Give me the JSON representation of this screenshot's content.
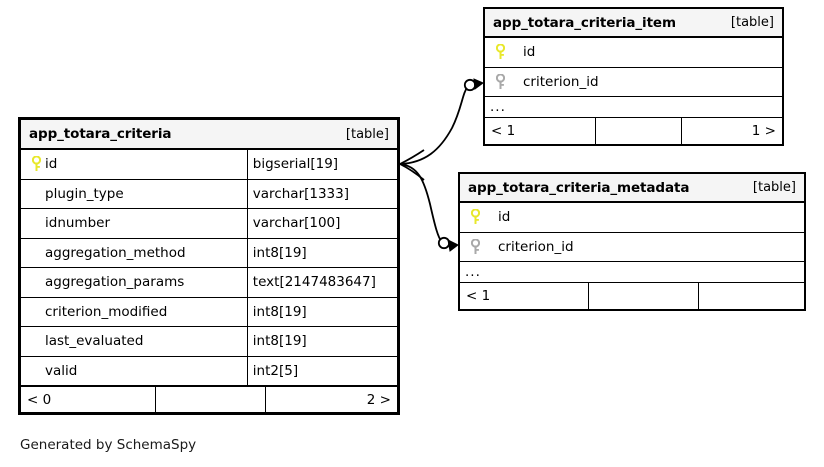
{
  "diagram": {
    "caption": "Generated by SchemaSpy",
    "kind_label": "[table]",
    "ellipsis": "...",
    "key_icon_primary": "key-icon",
    "key_icon_foreign": "key-icon",
    "colors": {
      "primary_key": "#e8e82c",
      "foreign_key": "#a9a9a9",
      "border": "#000000",
      "header_background": "#f5f5f5",
      "page_background": "#ffffff"
    }
  },
  "tables": [
    {
      "id": "app_totara_criteria",
      "name": "app_totara_criteria",
      "kind": "[table]",
      "columns": [
        {
          "name": "id",
          "type": "bigserial[19]",
          "key": "primary"
        },
        {
          "name": "plugin_type",
          "type": "varchar[1333]",
          "key": "none"
        },
        {
          "name": "idnumber",
          "type": "varchar[100]",
          "key": "none"
        },
        {
          "name": "aggregation_method",
          "type": "int8[19]",
          "key": "none"
        },
        {
          "name": "aggregation_params",
          "type": "text[2147483647]",
          "key": "none"
        },
        {
          "name": "criterion_modified",
          "type": "int8[19]",
          "key": "none"
        },
        {
          "name": "last_evaluated",
          "type": "int8[19]",
          "key": "none"
        },
        {
          "name": "valid",
          "type": "int2[5]",
          "key": "none"
        }
      ],
      "has_ellipsis": false,
      "footer": {
        "left": "< 0",
        "middle": "",
        "right": "2 >"
      }
    },
    {
      "id": "app_totara_criteria_item",
      "name": "app_totara_criteria_item",
      "kind": "[table]",
      "columns": [
        {
          "name": "id",
          "type": "",
          "key": "primary"
        },
        {
          "name": "criterion_id",
          "type": "",
          "key": "foreign"
        }
      ],
      "has_ellipsis": true,
      "footer": {
        "left": "< 1",
        "middle": "",
        "right": "1 >"
      }
    },
    {
      "id": "app_totara_criteria_metadata",
      "name": "app_totara_criteria_metadata",
      "kind": "[table]",
      "columns": [
        {
          "name": "id",
          "type": "",
          "key": "primary"
        },
        {
          "name": "criterion_id",
          "type": "",
          "key": "foreign"
        }
      ],
      "has_ellipsis": true,
      "footer": {
        "left": "< 1",
        "middle": "",
        "right": ""
      }
    }
  ],
  "relationships": [
    {
      "from": "app_totara_criteria.id",
      "to": "app_totara_criteria_item.criterion_id",
      "from_cardinality": "crowsfoot",
      "to_cardinality": "zero-or-one"
    },
    {
      "from": "app_totara_criteria.id",
      "to": "app_totara_criteria_metadata.criterion_id",
      "from_cardinality": "crowsfoot",
      "to_cardinality": "zero-or-one"
    }
  ]
}
